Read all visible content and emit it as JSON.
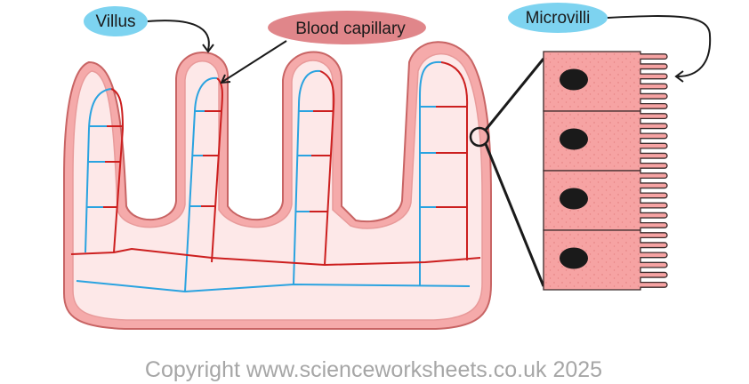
{
  "labels": {
    "villus": "Villus",
    "blood_capillary": "Blood capillary",
    "microvilli": "Microvilli"
  },
  "copyright": "Copyright www.scienceworksheets.co.uk 2025",
  "colors": {
    "tissue_fill": "#fde8e8",
    "tissue_outline": "#f0a0a0",
    "cell_fill": "#f6a3a3",
    "nucleus": "#1a1a1a",
    "artery": "#cc1f1f",
    "vein": "#2aa3e0",
    "villus_label_bg": "#7dd3f0",
    "capillary_label_bg": "#e0868a",
    "microvilli_label_bg": "#7dd3f0",
    "copyright_text": "#a6a6a6"
  },
  "icons": {
    "zoom_circle": "magnify-circle-icon",
    "nucleus": "cell-nucleus-icon"
  }
}
